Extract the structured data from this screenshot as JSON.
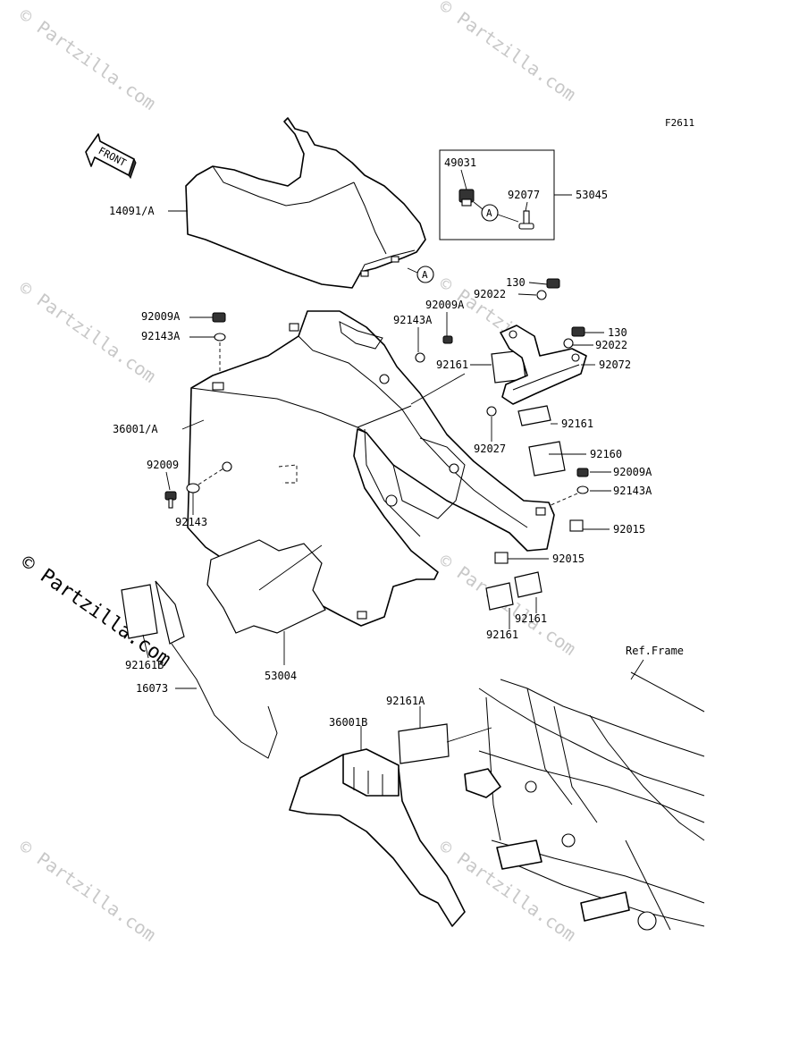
{
  "diagram_code": "F2611",
  "front_arrow_label": "FRONT",
  "reference_label": "Ref.Frame",
  "callout_A": "A",
  "watermark_text": "© Partzilla.com",
  "subassembly_box": {
    "part_number": "53045",
    "contents": [
      "49031",
      "92077"
    ]
  },
  "part_labels": [
    "14091/A",
    "49031",
    "92077",
    "53045",
    "130",
    "92022",
    "92009A",
    "92143A",
    "92009A",
    "92143A",
    "92015",
    "92161",
    "130",
    "92022",
    "92072",
    "36001/A",
    "92161",
    "92027",
    "92160",
    "92009",
    "92009A",
    "92143",
    "92143A",
    "92015",
    "92015",
    "92161",
    "92161",
    "92161B",
    "53004",
    "16073",
    "36001B",
    "92161A"
  ]
}
